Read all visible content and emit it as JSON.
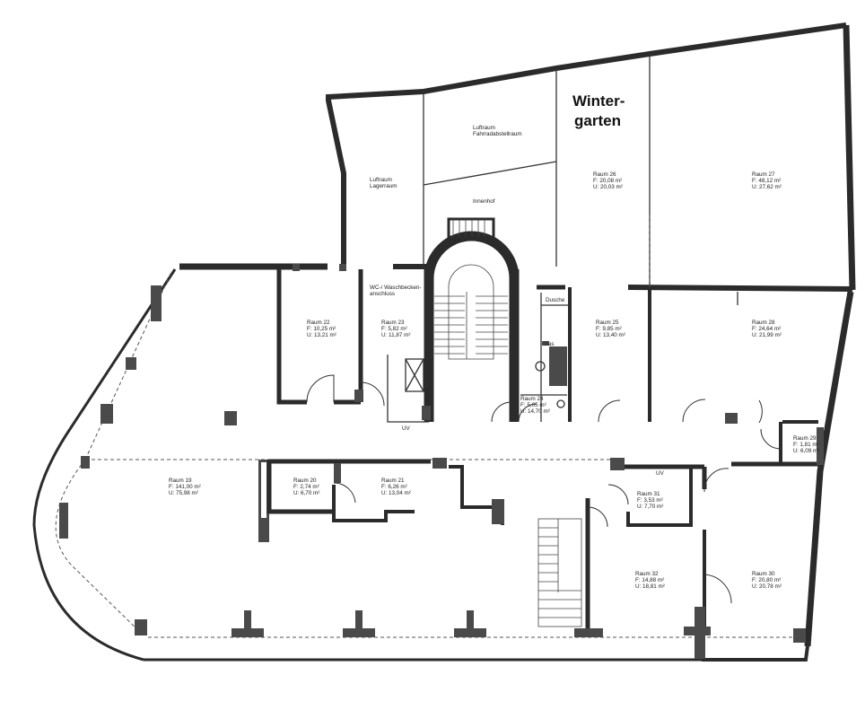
{
  "labels": {
    "wintergarten": [
      "Winter-",
      "garten"
    ],
    "luftraum_lager": [
      "Luftraum",
      "Lagerraum"
    ],
    "luftraum_fahrrad": [
      "Luftraum",
      "Fahrradabstellraum"
    ],
    "innenhof": "Innenhof",
    "wc": [
      "WC-/ Waschbecken-",
      "anschluss"
    ],
    "dusche": "Dusche",
    "gas": "Gas",
    "uv1": "UV",
    "uv2": "UV"
  },
  "rooms": [
    {
      "id": "raum-19",
      "name": "Raum 19",
      "f": "F: 141,00 m²",
      "u": "U: 75,98 m²"
    },
    {
      "id": "raum-20",
      "name": "Raum 20",
      "f": "F: 2,74 m²",
      "u": "U: 6,70 m²"
    },
    {
      "id": "raum-21",
      "name": "Raum 21",
      "f": "F: 6,26 m²",
      "u": "U: 13,04 m²"
    },
    {
      "id": "raum-22",
      "name": "Raum 22",
      "f": "F: 10,25 m²",
      "u": "U: 13,21 m²"
    },
    {
      "id": "raum-23",
      "name": "Raum 23",
      "f": "F: 5,82 m²",
      "u": "U: 11,87 m²"
    },
    {
      "id": "raum-24",
      "name": "Raum 24",
      "f": "F: 5,05 m²",
      "u": "U: 14,70 m²"
    },
    {
      "id": "raum-25",
      "name": "Raum 25",
      "f": "F: 9,85 m²",
      "u": "U: 13,40 m²"
    },
    {
      "id": "raum-26",
      "name": "Raum 26",
      "f": "F: 20,08 m²",
      "u": "U: 20,03 m²"
    },
    {
      "id": "raum-27",
      "name": "Raum 27",
      "f": "F: 48,12 m²",
      "u": "U: 27,62 m²"
    },
    {
      "id": "raum-28",
      "name": "Raum 28",
      "f": "F: 24,64 m²",
      "u": "U: 21,99 m²"
    },
    {
      "id": "raum-29",
      "name": "Raum 29",
      "f": "F: 1,81 m²",
      "u": "U: 6,09 m²"
    },
    {
      "id": "raum-30",
      "name": "Raum 30",
      "f": "F: 20,80 m²",
      "u": "U: 20,78 m²"
    },
    {
      "id": "raum-31",
      "name": "Raum 31",
      "f": "F: 3,53 m²",
      "u": "U: 7,70 m²"
    },
    {
      "id": "raum-32",
      "name": "Raum 32",
      "f": "F: 14,88 m²",
      "u": "U: 18,81 m²"
    }
  ]
}
